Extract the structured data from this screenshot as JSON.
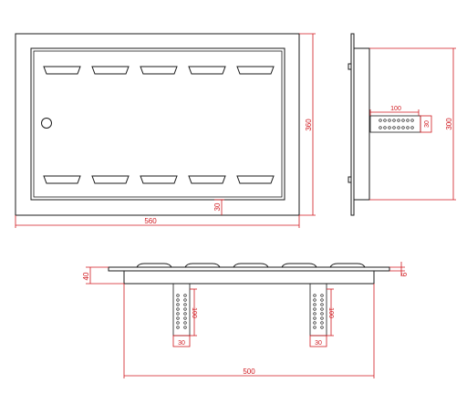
{
  "colors": {
    "outline": "#1a1a1a",
    "dimension": "#d0191f",
    "background": "#ffffff"
  },
  "front_view": {
    "width_label": "560",
    "height_label": "360",
    "frame_label": "30"
  },
  "side_view": {
    "depth_label": "300",
    "rail_length_label": "100",
    "rail_width_label": "30"
  },
  "top_view": {
    "span_label": "500",
    "thickness_label": "40",
    "lip_label": "6",
    "rail_left_length_label": "100",
    "rail_left_width_label": "30",
    "rail_right_length_label": "100",
    "rail_right_width_label": "30"
  }
}
